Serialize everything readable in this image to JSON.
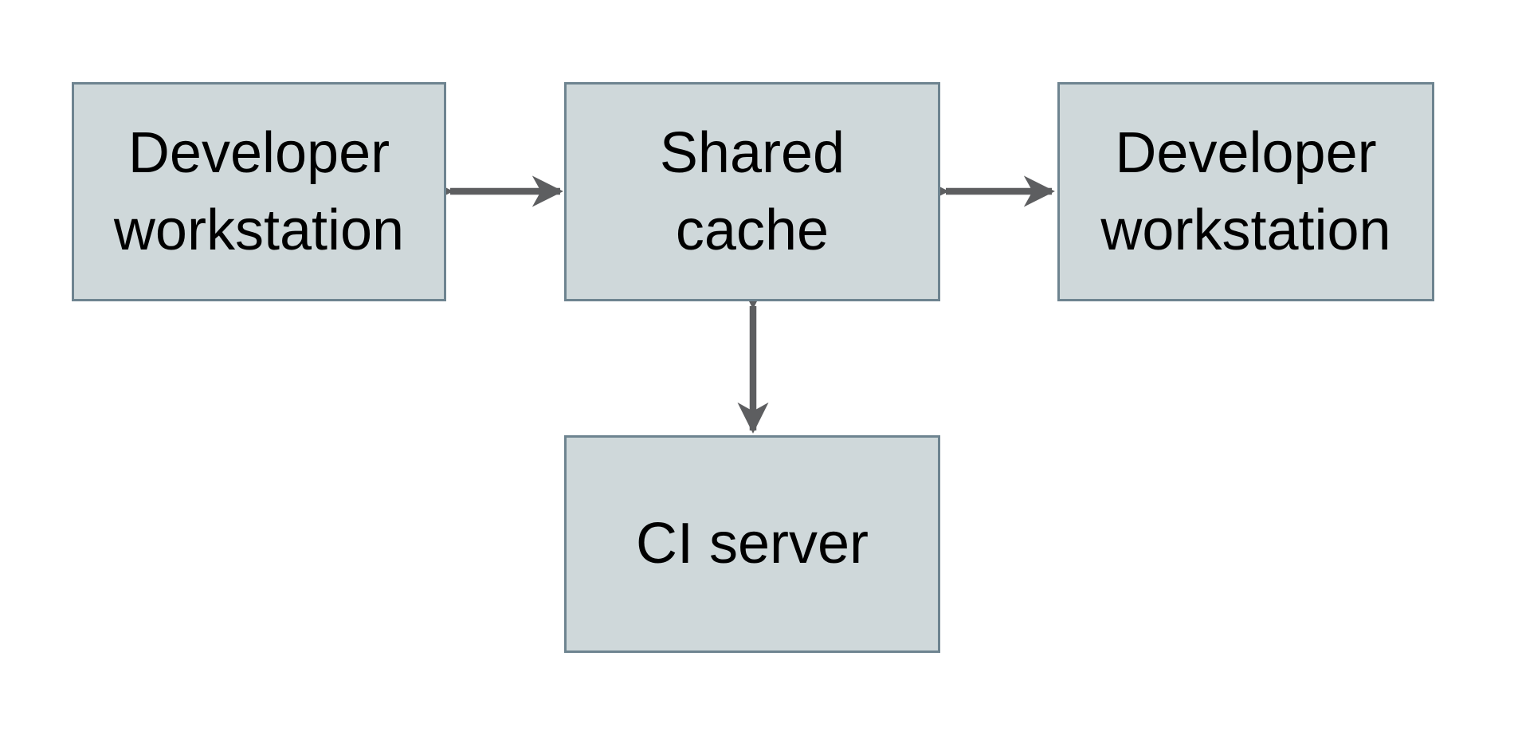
{
  "diagram": {
    "type": "architecture-diagram",
    "background": "#ffffff",
    "nodes": [
      {
        "id": "dev-workstation-left",
        "lines": [
          "Developer",
          "workstation"
        ]
      },
      {
        "id": "shared-cache",
        "lines": [
          "Shared",
          "cache"
        ]
      },
      {
        "id": "dev-workstation-right",
        "lines": [
          "Developer",
          "workstation"
        ]
      },
      {
        "id": "ci-server",
        "lines": [
          "CI server"
        ]
      }
    ],
    "edges": [
      {
        "from": "dev-workstation-left",
        "to": "shared-cache",
        "direction": "bidirectional"
      },
      {
        "from": "shared-cache",
        "to": "dev-workstation-right",
        "direction": "bidirectional"
      },
      {
        "from": "shared-cache",
        "to": "ci-server",
        "direction": "bidirectional"
      }
    ],
    "colors": {
      "node_fill": "#cfd8da",
      "node_border": "#6e8490",
      "arrow": "#5d5e60",
      "text": "#000000"
    }
  }
}
